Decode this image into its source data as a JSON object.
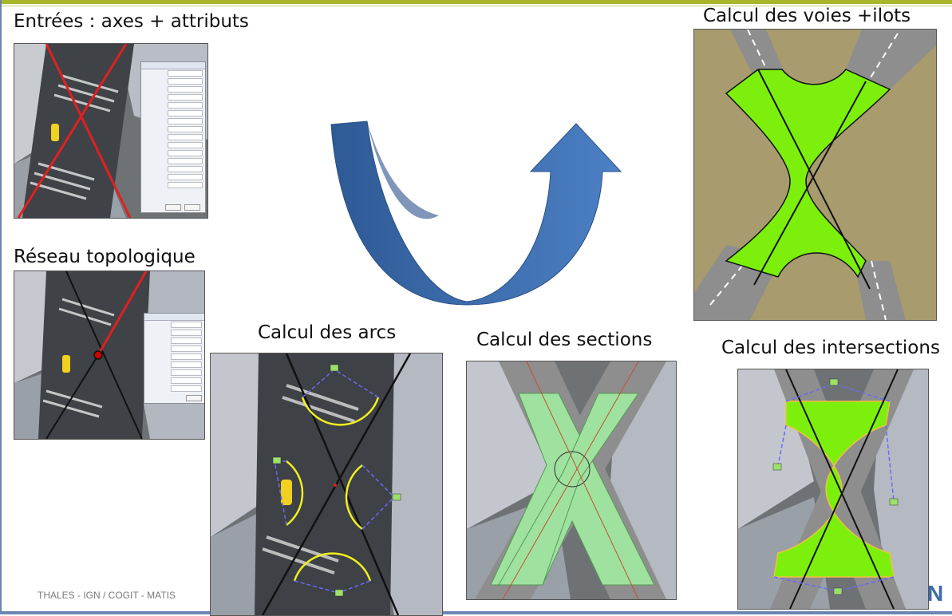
{
  "titles": {
    "inputs": "Entrées : axes + attributs",
    "topology": "Réseau topologique",
    "arcs": "Calcul des arcs",
    "sections": "Calcul des sections",
    "intersections": "Calcul des intersections",
    "lanes": "Calcul des voies +ilots"
  },
  "footer": "THALES - IGN / COGIT - MATIS",
  "logo_letter": "N",
  "colors": {
    "accent_bar": "#a8b62a",
    "arrow": "#3f6ba8",
    "road_green": "#7cf00c",
    "section_green": "#9fe29f",
    "axis_red": "#e02020",
    "curb_yellow": "#f0f020"
  },
  "icons": [
    "curved-u-arrow-icon"
  ]
}
